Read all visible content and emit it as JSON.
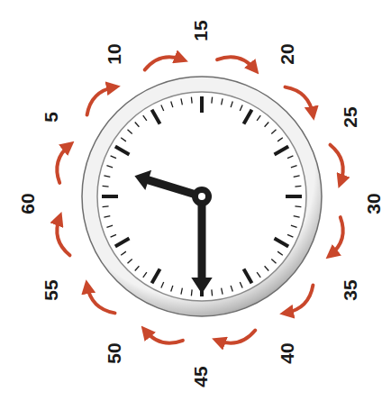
{
  "diagram": {
    "labels": [
      "5",
      "10",
      "15",
      "20",
      "25",
      "30",
      "35",
      "40",
      "45",
      "50",
      "55",
      "60"
    ]
  }
}
